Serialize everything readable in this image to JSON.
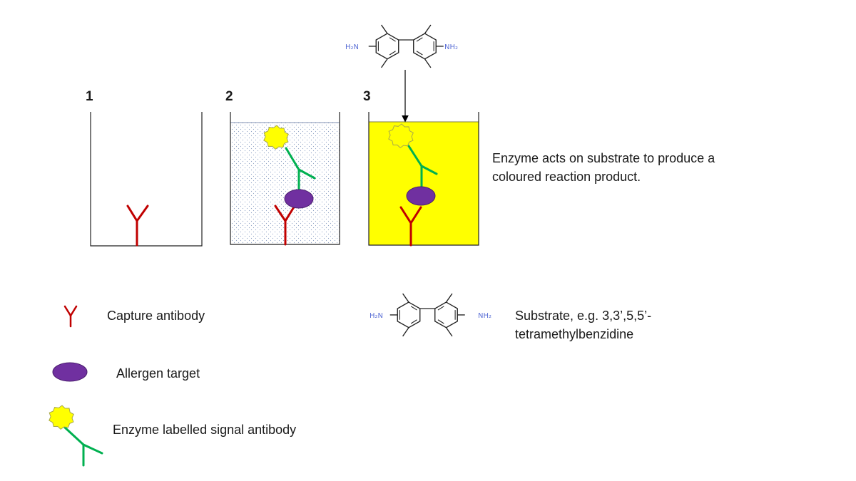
{
  "steps": [
    "1",
    "2",
    "3"
  ],
  "description": {
    "line1": "Enzyme acts on substrate to produce a",
    "line2": "coloured reaction product."
  },
  "legend": {
    "capture": "Capture antibody",
    "allergen": "Allergen target",
    "signal": "Enzyme labelled signal antibody",
    "substrate_line1": "Substrate, e.g. 3,3’,5,5’-",
    "substrate_line2": "tetramethylbenzidine"
  },
  "molecule": {
    "left_group": "H₂N",
    "right_group": "NH₂"
  },
  "colors": {
    "capture_antibody": "#c00000",
    "signal_antibody": "#00b050",
    "allergen": "#7030a0",
    "enzyme": "#ffff00",
    "reaction_product": "#ffff00",
    "wash_buffer_dots": "#8fa3c4"
  }
}
